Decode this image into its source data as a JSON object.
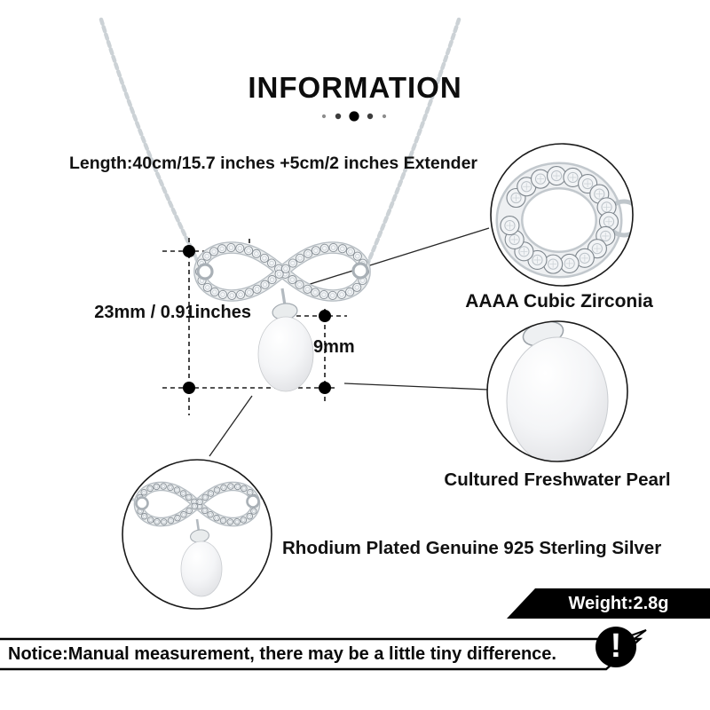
{
  "title": "INFORMATION",
  "length_label": "Length:40cm/15.7 inches +5cm/2 inches Extender",
  "measurements": {
    "pendant_height": "23mm / 0.91inches",
    "pearl_height": "9mm"
  },
  "callouts": [
    {
      "id": "zirconia",
      "label": "AAAA Cubic Zirconia"
    },
    {
      "id": "pearl",
      "label": "Cultured Freshwater Pearl"
    },
    {
      "id": "silver",
      "label": "Rhodium Plated Genuine 925 Sterling Silver"
    }
  ],
  "weight_badge": "Weight:2.8g",
  "notice": "Notice:Manual measurement, there may be a little tiny difference.",
  "notice_icon": "!",
  "colors": {
    "text": "#111111",
    "badge_bg": "#000000",
    "badge_text": "#ffffff",
    "metal": "#d9dde1",
    "chain": "#ccd2d6"
  }
}
